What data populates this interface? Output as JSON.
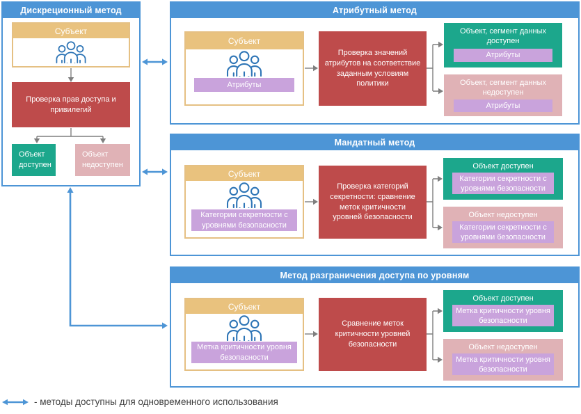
{
  "colors": {
    "blue": "#4D95D6",
    "yellow": "#E9C27E",
    "red": "#BE4B4B",
    "green": "#1CA78C",
    "pink": "#E0B2B6",
    "purple": "#C9A3DC",
    "icon_blue": "#2E75B6",
    "arrow_gray": "#7F7F7F"
  },
  "icons": {
    "subject": "people-group-icon",
    "legend": "double-arrow-icon"
  },
  "discretionary": {
    "title": "Дискреционный метод",
    "subject": {
      "label": "Субъект"
    },
    "check": "Проверка прав доступа и привилегий",
    "granted": "Объект доступен",
    "denied": "Объект недоступен"
  },
  "attribute": {
    "title": "Атрибутный метод",
    "subject": {
      "label": "Субъект",
      "tag": "Атрибуты"
    },
    "check": "Проверка значений атрибутов на соответствие заданным условиям политики",
    "granted": {
      "label": "Объект, сегмент данных доступен",
      "tag": "Атрибуты"
    },
    "denied": {
      "label": "Объект, сегмент данных недоступен",
      "tag": "Атрибуты"
    }
  },
  "mandatory": {
    "title": "Мандатный метод",
    "subject": {
      "label": "Субъект",
      "tag": "Категории секретности с уровнями безопасности"
    },
    "check": "Проверка категорий секретности: сравнение меток критичности уровней безопасности",
    "granted": {
      "label": "Объект доступен",
      "tag": "Категории секретности с уровнями безопасности"
    },
    "denied": {
      "label": "Объект недоступен",
      "tag": "Категории секретности с уровнями безопасности"
    }
  },
  "levels": {
    "title": "Метод разграничения доступа по уровням",
    "subject": {
      "label": "Субъект",
      "tag": "Метка критичности уровня безопасности"
    },
    "check": "Сравнение меток критичности уровней безопасности",
    "granted": {
      "label": "Объект доступен",
      "tag": "Метка критичности уровня безопасности"
    },
    "denied": {
      "label": "Объект недоступен",
      "tag": "Метка критичности уровня безопасности"
    }
  },
  "legend": {
    "text": "- методы доступны для одновременного использования"
  }
}
